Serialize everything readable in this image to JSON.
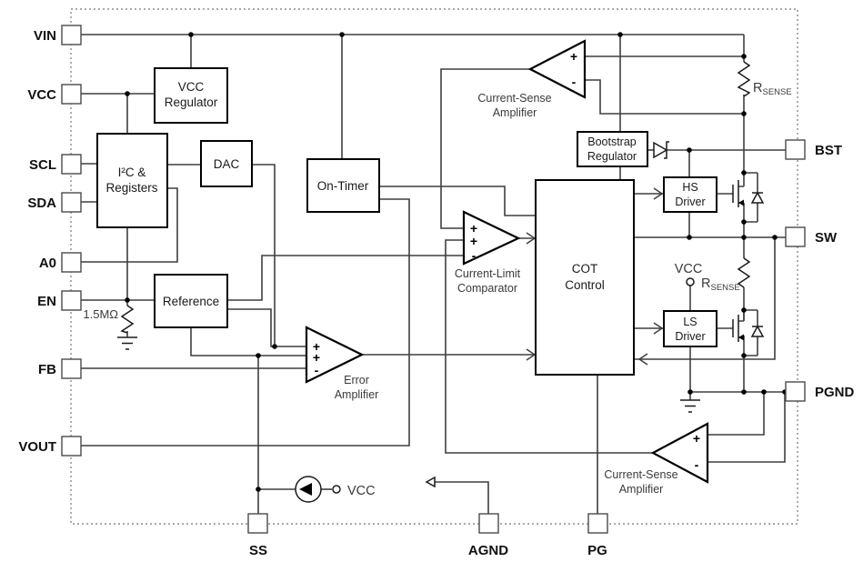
{
  "diagram": {
    "type": "ic-block-diagram",
    "pins": {
      "vin": "VIN",
      "vcc": "VCC",
      "scl": "SCL",
      "sda": "SDA",
      "a0": "A0",
      "en": "EN",
      "fb": "FB",
      "vout": "VOUT",
      "bst": "BST",
      "sw": "SW",
      "pgnd": "PGND",
      "ss": "SS",
      "agnd": "AGND",
      "pg": "PG"
    },
    "blocks": {
      "vcc_regulator": [
        "VCC",
        "Regulator"
      ],
      "i2c_registers": [
        "I²C &",
        "Registers"
      ],
      "dac": [
        "DAC"
      ],
      "on_timer": [
        "On-Timer"
      ],
      "reference": [
        "Reference"
      ],
      "bootstrap_regulator": [
        "Bootstrap",
        "Regulator"
      ],
      "hs_driver": [
        "HS",
        "Driver"
      ],
      "ls_driver": [
        "LS",
        "Driver"
      ],
      "cot_control": [
        "COT",
        "Control"
      ]
    },
    "amplifiers": {
      "current_sense_top": [
        "Current-Sense",
        "Amplifier"
      ],
      "current_limit_comparator": [
        "Current-Limit",
        "Comparator"
      ],
      "error_amplifier": [
        "Error",
        "Amplifier"
      ],
      "current_sense_bottom": [
        "Current-Sense",
        "Amplifier"
      ]
    },
    "labels": {
      "rsense_base": "R",
      "rsense_sub": "SENSE",
      "en_pulldown": "1.5MΩ",
      "vcc_supply": "VCC",
      "plus": "+",
      "minus": "-"
    },
    "colors": {
      "wire": "#3f3f3f",
      "block_border": "#000000",
      "text": "#1a1a1a",
      "amp_label": "#3a3a3a",
      "background": "#ffffff"
    }
  }
}
